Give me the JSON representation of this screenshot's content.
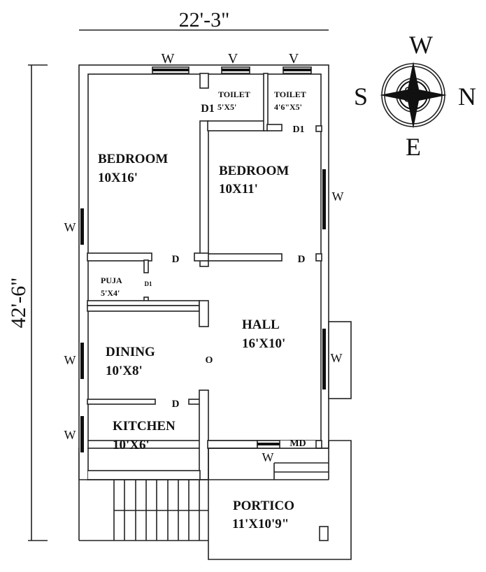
{
  "dimensions": {
    "width": "22'-3\"",
    "depth": "42'-6\""
  },
  "compass": {
    "top": "W",
    "left": "S",
    "right": "N",
    "bottom": "E"
  },
  "rooms": {
    "bedroom1": {
      "name": "BEDROOM",
      "size": "10X16'"
    },
    "bedroom2": {
      "name": "BEDROOM",
      "size": "10X11'"
    },
    "toilet1": {
      "name": "TOILET",
      "size": "5'X5'"
    },
    "toilet2": {
      "name": "TOILET",
      "size": "4'6\"X5'"
    },
    "puja": {
      "name": "PUJA",
      "size": "5'X4'"
    },
    "hall": {
      "name": "HALL",
      "size": "16'X10'"
    },
    "dining": {
      "name": "DINING",
      "size": "10'X8'"
    },
    "kitchen": {
      "name": "KITCHEN",
      "size": "10'X6'"
    },
    "portico": {
      "name": "PORTICO",
      "size": "11'X10'9\""
    }
  },
  "markers": {
    "window": "W",
    "ventilator": "V",
    "door": "D",
    "door_small": "D1",
    "main_door": "MD",
    "opening": "O"
  }
}
